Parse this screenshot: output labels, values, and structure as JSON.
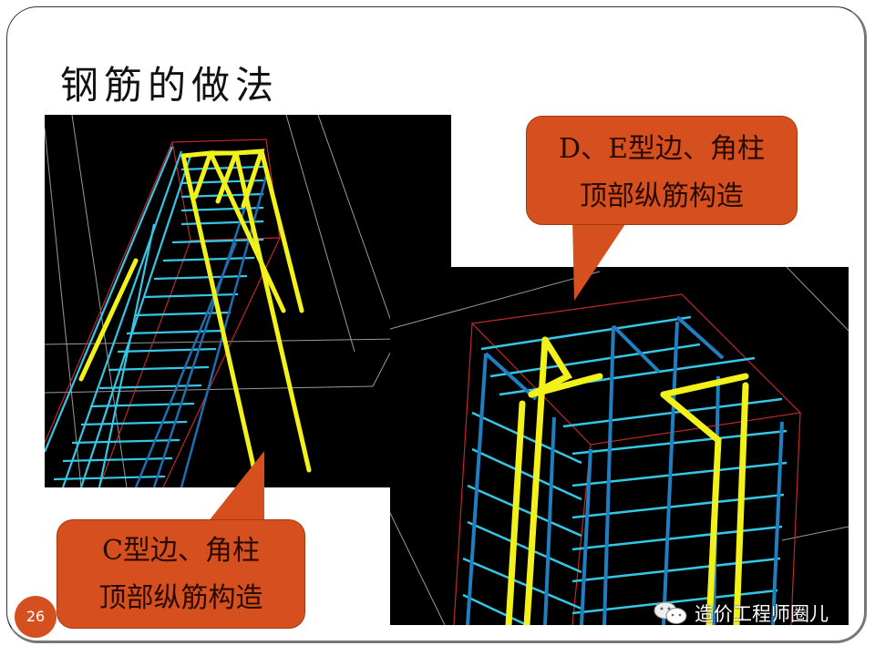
{
  "slide": {
    "title": "钢筋的做法",
    "page_number": "26"
  },
  "figures": [
    {
      "id": "left",
      "description": "3D rebar model of column top, C-type edge/corner column longitudinal rebars",
      "colors": {
        "background": "#000000",
        "stirrup": "#35c8e6",
        "dark_bar": "#1f6fb0",
        "long_bar": "#f2f21a",
        "outline": "#c0282a",
        "guide": "#9a9a9a"
      }
    },
    {
      "id": "right",
      "description": "3D rebar model of column top, D/E-type edge/corner column longitudinal rebars",
      "colors": {
        "background": "#000000",
        "stirrup": "#35c8e6",
        "dark_bar": "#1f7fc0",
        "long_bar": "#f2f21a",
        "outline": "#c0282a",
        "guide": "#9a9a9a"
      }
    }
  ],
  "callouts": {
    "de": {
      "line1": "D、E型边、角柱",
      "line2": "顶部纵筋构造",
      "color": "#d5501e"
    },
    "c": {
      "line1": "C型边、角柱",
      "line2": "顶部纵筋构造",
      "color": "#d5501e"
    }
  },
  "watermark": {
    "icon": "wechat-icon",
    "text": "造价工程师圈儿"
  }
}
